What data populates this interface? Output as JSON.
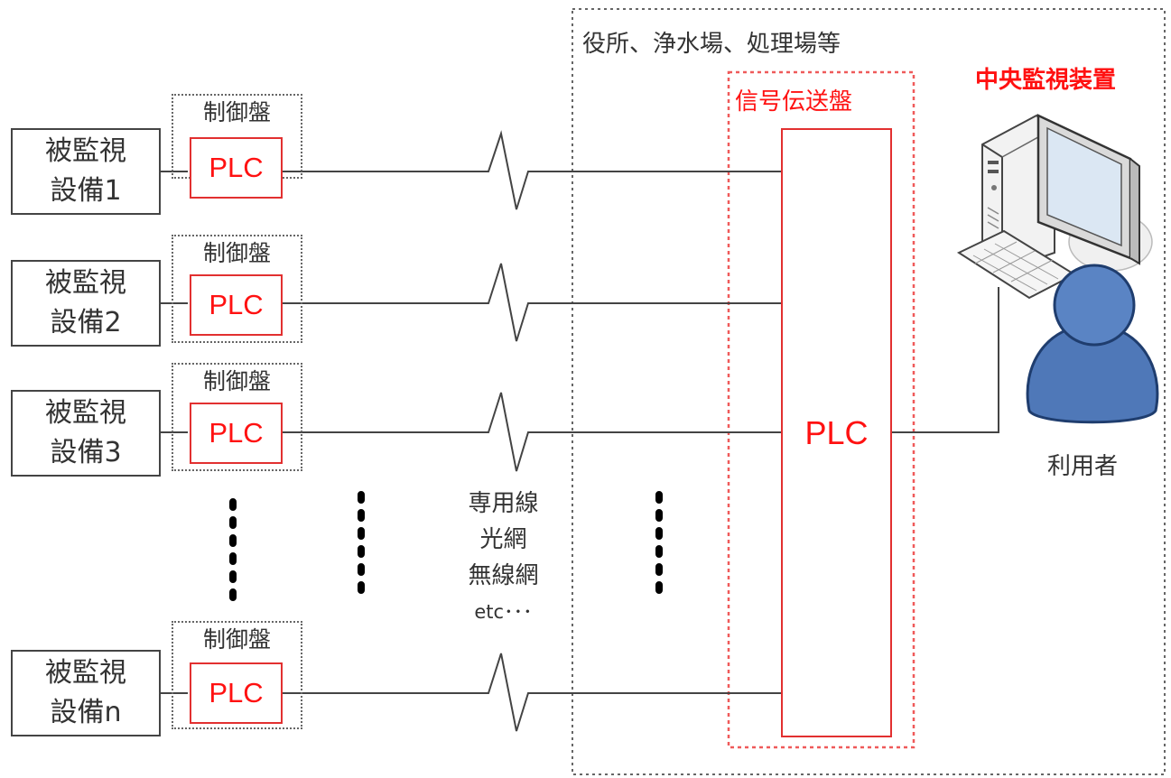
{
  "site": {
    "label": "役所、浄水場、処理場等"
  },
  "transmission_panel": {
    "label": "信号伝送盤",
    "plc_label": "PLC"
  },
  "central_monitor": {
    "label": "中央監視装置"
  },
  "user": {
    "label": "利用者"
  },
  "channel": {
    "lines": [
      "専用線",
      "光網",
      "無線網",
      "etc･･･"
    ]
  },
  "devices": [
    {
      "line1": "被監視",
      "line2": "設備1",
      "panel_label": "制御盤",
      "plc_label": "PLC"
    },
    {
      "line1": "被監視",
      "line2": "設備2",
      "panel_label": "制御盤",
      "plc_label": "PLC"
    },
    {
      "line1": "被監視",
      "line2": "設備3",
      "panel_label": "制御盤",
      "plc_label": "PLC"
    },
    {
      "line1": "被監視",
      "line2": "設備n",
      "panel_label": "制御盤",
      "plc_label": "PLC"
    }
  ],
  "colors": {
    "accent_red": "#ff1111",
    "line": "#444444",
    "person_blue": "#4f78b8"
  }
}
